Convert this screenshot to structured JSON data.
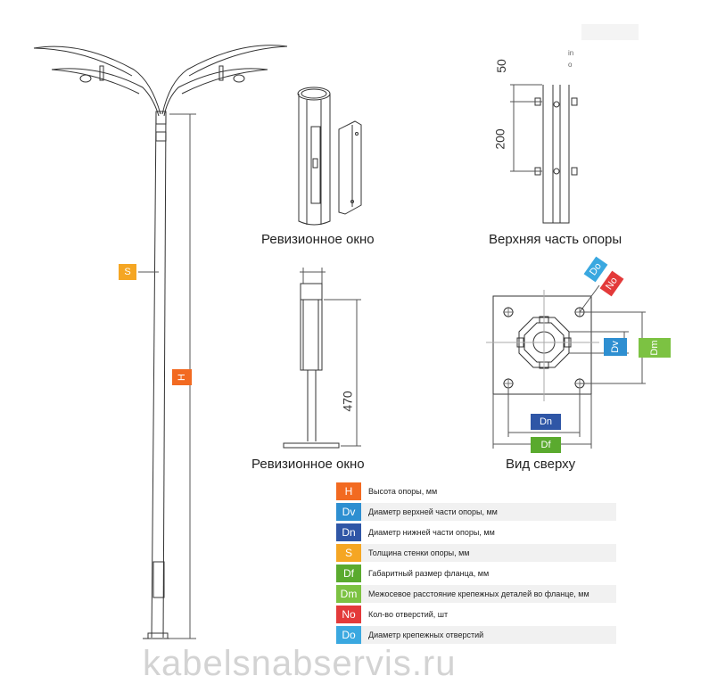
{
  "captions": {
    "revision_window_top": "Ревизионное окно",
    "upper_part": "Верхняя часть опоры",
    "revision_window_bottom": "Ревизионное окно",
    "top_view": "Вид сверху"
  },
  "dimensions": {
    "d50": "50",
    "d200": "200",
    "d470": "470"
  },
  "top_right_text": {
    "line1": "in",
    "line2": "o"
  },
  "badges": {
    "S": {
      "code": "S",
      "color": "#f5a623"
    },
    "H": {
      "code": "H",
      "color": "#f26a21"
    },
    "Do": {
      "code": "Do",
      "color": "#3aa8e0"
    },
    "No": {
      "code": "No",
      "color": "#e33a3a"
    },
    "Dv": {
      "code": "Dv",
      "color": "#2e8fd1"
    },
    "Dm": {
      "code": "Dm",
      "color": "#7cc242"
    },
    "Dn": {
      "code": "Dn",
      "color": "#2f56a6"
    },
    "Df": {
      "code": "Df",
      "color": "#5aaa2e"
    }
  },
  "legend": [
    {
      "code": "H",
      "color": "#f26a21",
      "text": "Высота опоры, мм"
    },
    {
      "code": "Dv",
      "color": "#2e8fd1",
      "text": "Диаметр верхней части опоры, мм"
    },
    {
      "code": "Dn",
      "color": "#2f56a6",
      "text": "Диаметр нижней части опоры, мм"
    },
    {
      "code": "S",
      "color": "#f5a623",
      "text": "Толщина стенки опоры, мм"
    },
    {
      "code": "Df",
      "color": "#5aaa2e",
      "text": "Габаритный размер фланца, мм"
    },
    {
      "code": "Dm",
      "color": "#7cc242",
      "text": "Межосевое расстояние крепежных деталей во фланце, мм"
    },
    {
      "code": "No",
      "color": "#e33a3a",
      "text": "Кол-во отверстий, шт"
    },
    {
      "code": "Do",
      "color": "#3aa8e0",
      "text": "Диаметр крепежных отверстий"
    }
  ],
  "watermark": "kabelsnabservis.ru"
}
